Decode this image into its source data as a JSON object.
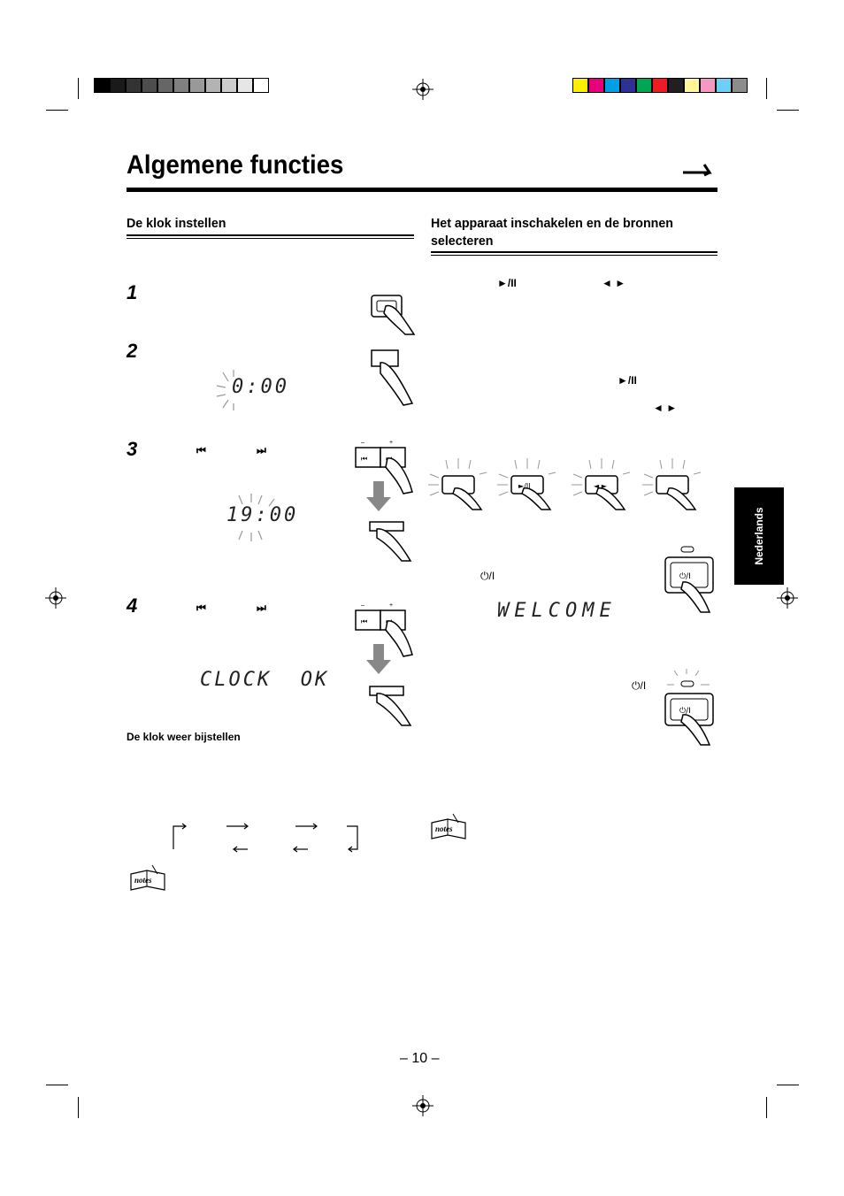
{
  "header": {
    "title": "Algemene functies"
  },
  "colors": {
    "gray_swatches": [
      "#000000",
      "#1a1a1a",
      "#333333",
      "#4d4d4d",
      "#666666",
      "#808080",
      "#999999",
      "#b3b3b3",
      "#cccccc",
      "#e6e6e6",
      "#ffffff"
    ],
    "color_swatches": [
      "#ffee00",
      "#e6007e",
      "#009fe3",
      "#2e3192",
      "#00a651",
      "#ed1c24",
      "#231f20",
      "#fff799",
      "#f49ac1",
      "#6dcff6",
      "#8c8c8c"
    ]
  },
  "left": {
    "heading": "De klok instellen",
    "steps": [
      "1",
      "2",
      "3",
      "4"
    ],
    "lcd_1": "0:00",
    "lcd_2": "19:00",
    "lcd_3": "CLOCK  OK",
    "subheading": "De klok weer bijstellen",
    "prev_next": "⏮",
    "next": "⏭"
  },
  "right": {
    "heading": "Het apparaat inschakelen en de bronnen selecteren",
    "play_pause": "►/II",
    "tape": "◄ ►",
    "power": "⏻/I",
    "lcd_welcome": "WELCOME"
  },
  "sidebar": {
    "label": "Nederlands"
  },
  "footer": {
    "page": "– 10 –"
  }
}
